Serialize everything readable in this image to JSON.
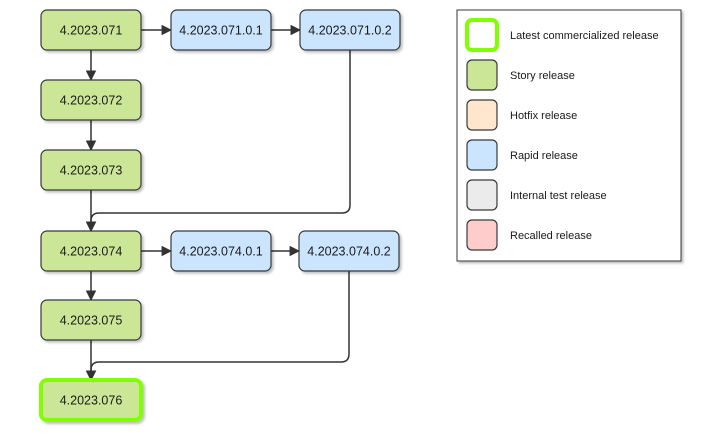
{
  "colors": {
    "story": "#cce697",
    "rapid": "#cce5ff",
    "hotfix": "#ffe6cc",
    "internal": "#ebebeb",
    "recalled": "#ffcccc",
    "latest_border": "#80ff00",
    "stroke": "#36393d",
    "edge": "#333333"
  },
  "nodes": [
    {
      "id": "n071",
      "label": "4.2023.071",
      "type": "story",
      "latest": false
    },
    {
      "id": "n0710_1",
      "label": "4.2023.071.0.1",
      "type": "rapid",
      "latest": false
    },
    {
      "id": "n0710_2",
      "label": "4.2023.071.0.2",
      "type": "rapid",
      "latest": false
    },
    {
      "id": "n072",
      "label": "4.2023.072",
      "type": "story",
      "latest": false
    },
    {
      "id": "n073",
      "label": "4.2023.073",
      "type": "story",
      "latest": false
    },
    {
      "id": "n074",
      "label": "4.2023.074",
      "type": "story",
      "latest": false
    },
    {
      "id": "n0740_1",
      "label": "4.2023.074.0.1",
      "type": "rapid",
      "latest": false
    },
    {
      "id": "n0740_2",
      "label": "4.2023.074.0.2",
      "type": "rapid",
      "latest": false
    },
    {
      "id": "n075",
      "label": "4.2023.075",
      "type": "story",
      "latest": false
    },
    {
      "id": "n076",
      "label": "4.2023.076",
      "type": "story",
      "latest": true
    }
  ],
  "edges": [
    {
      "from": "n071",
      "to": "n0710_1"
    },
    {
      "from": "n0710_1",
      "to": "n0710_2"
    },
    {
      "from": "n071",
      "to": "n072"
    },
    {
      "from": "n072",
      "to": "n073"
    },
    {
      "from": "n073",
      "to": "n074"
    },
    {
      "from": "n0710_2",
      "to": "n074"
    },
    {
      "from": "n074",
      "to": "n0740_1"
    },
    {
      "from": "n0740_1",
      "to": "n0740_2"
    },
    {
      "from": "n074",
      "to": "n075"
    },
    {
      "from": "n075",
      "to": "n076"
    },
    {
      "from": "n0740_2",
      "to": "n076"
    }
  ],
  "legend": {
    "items": [
      {
        "label": "Latest commercialized release",
        "type": "latest"
      },
      {
        "label": "Story release",
        "type": "story"
      },
      {
        "label": "Hotfix release",
        "type": "hotfix"
      },
      {
        "label": "Rapid release",
        "type": "rapid"
      },
      {
        "label": "Internal test release",
        "type": "internal"
      },
      {
        "label": "Recalled release",
        "type": "recalled"
      }
    ]
  }
}
